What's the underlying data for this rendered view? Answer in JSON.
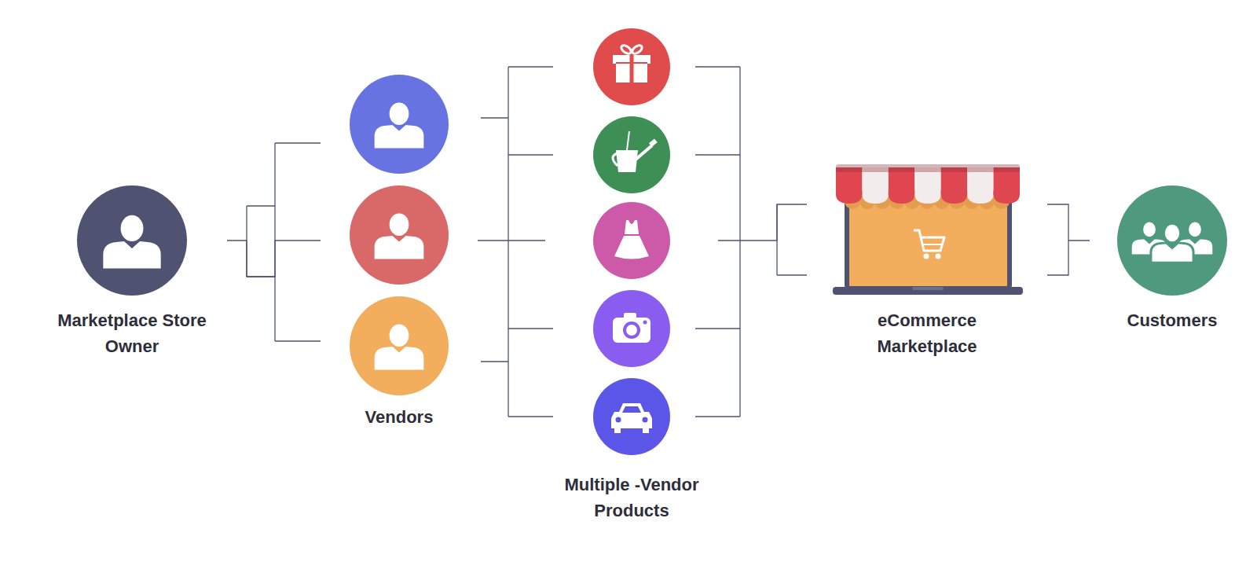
{
  "diagram": {
    "nodes": [
      {
        "text": [
          "Marketplace Store Owner"
        ]
      },
      {
        "text": [
          "Vendors"
        ]
      },
      {
        "text": [
          "Multiple -Vendor Products"
        ]
      },
      {
        "text": [
          "eCommerce Marketplace"
        ]
      },
      {
        "text": [
          "Customers"
        ]
      }
    ],
    "edges": [
      {
        "from": 0,
        "to": 1,
        "arrow": "none"
      },
      {
        "from": 1,
        "to": 2,
        "arrow": "none"
      },
      {
        "from": 2,
        "to": 3,
        "arrow": "none"
      },
      {
        "from": 3,
        "to": 4,
        "arrow": "none"
      }
    ]
  }
}
